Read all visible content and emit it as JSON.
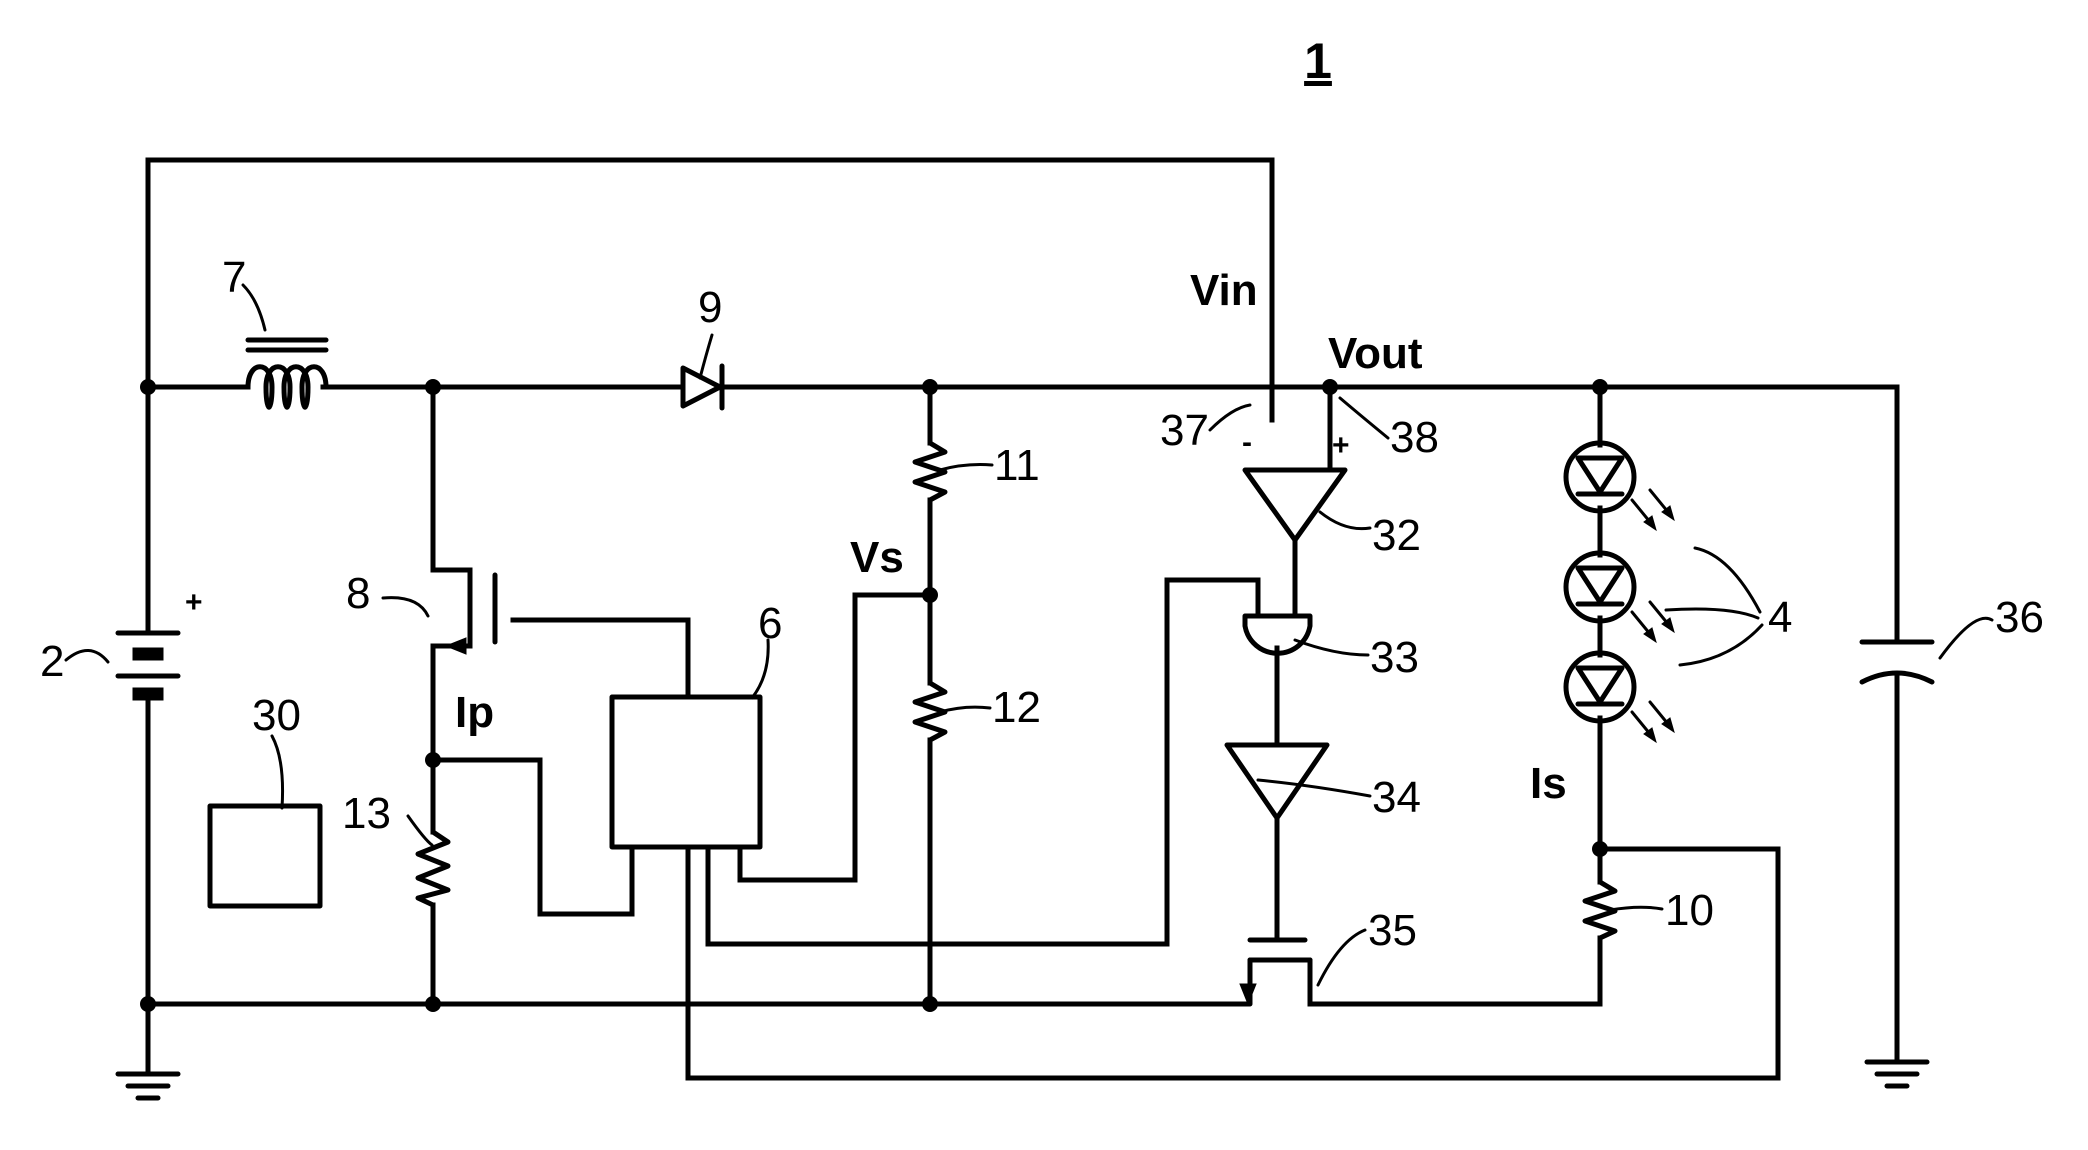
{
  "figure": {
    "number": "1",
    "signals": {
      "vin": "Vin",
      "vout": "Vout",
      "vs": "Vs",
      "ip": "Ip",
      "is": "Is"
    },
    "polarity": {
      "minus": "-",
      "plus": "+",
      "battery_plus": "+"
    },
    "refs": {
      "battery": "2",
      "leds": "4",
      "controller": "6",
      "inductor": "7",
      "switch": "8",
      "diode": "9",
      "resistor_10": "10",
      "resistor_11": "11",
      "resistor_12": "12",
      "resistor_13": "13",
      "block_30": "30",
      "comparator": "32",
      "and_gate": "33",
      "buffer": "34",
      "transistor_35": "35",
      "capacitor": "36",
      "input_minus": "37",
      "input_plus": "38"
    }
  }
}
